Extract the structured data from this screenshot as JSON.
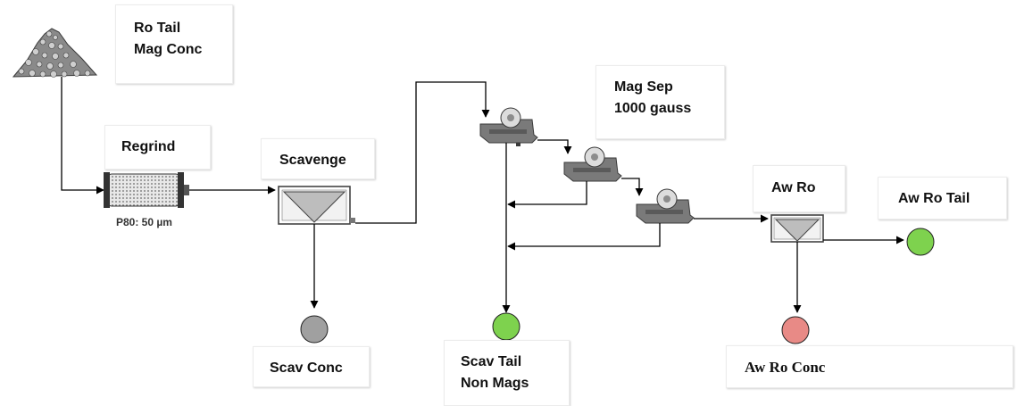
{
  "labels": {
    "ro_tail_mag_conc": [
      "Ro Tail",
      "Mag Conc"
    ],
    "regrind": "Regrind",
    "p80": "P80: 50 µm",
    "scavenge": "Scavenge",
    "mag_sep": [
      "Mag Sep",
      "1000 gauss"
    ],
    "aw_ro": "Aw Ro",
    "aw_ro_tail": "Aw Ro Tail",
    "scav_conc": "Scav Conc",
    "scav_tail_non_mags": [
      "Scav Tail",
      "Non Mags"
    ],
    "aw_ro_conc": "Aw Ro Conc"
  },
  "colors": {
    "line": "#000000",
    "scav_conc_node": "#a0a0a0",
    "scav_tail_node": "#7ed24e",
    "aw_ro_tail_node": "#7ed24e",
    "aw_ro_conc_node": "#e88a86",
    "equipment": "#808080"
  }
}
